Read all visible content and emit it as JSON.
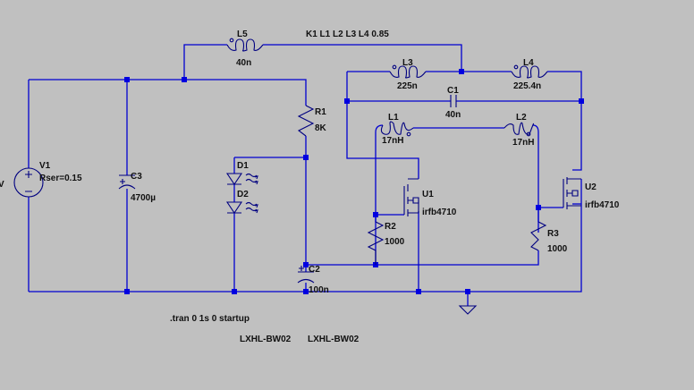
{
  "schematic": {
    "colors": {
      "background": "#c0c0c0",
      "wire": "#0000d0",
      "component": "#000080",
      "text": "#101010"
    },
    "components": {
      "V1": {
        "name": "V1",
        "value": "Rser=0.15",
        "left_label": "V"
      },
      "C3": {
        "name": "C3",
        "value": "4700µ"
      },
      "R1": {
        "name": "R1",
        "value": "8K"
      },
      "D1": {
        "name": "D1"
      },
      "D2": {
        "name": "D2"
      },
      "C2": {
        "name": "C2",
        "value": "100n"
      },
      "L5": {
        "name": "L5",
        "value": "40n"
      },
      "L3": {
        "name": "L3",
        "value": "225n"
      },
      "L4": {
        "name": "L4",
        "value": "225.4n"
      },
      "C1": {
        "name": "C1",
        "value": "40n"
      },
      "L1": {
        "name": "L1",
        "value": "17nH"
      },
      "L2": {
        "name": "L2",
        "value": "17nH"
      },
      "U1": {
        "name": "U1",
        "value": "irfb4710"
      },
      "U2": {
        "name": "U2",
        "value": "irfb4710"
      },
      "R2": {
        "name": "R2",
        "value": "1000"
      },
      "R3": {
        "name": "R3",
        "value": "1000"
      }
    },
    "directives": {
      "coupling": "K1 L1 L2  L3 L4 0.85",
      "tran": ".tran 0 1s 0 startup",
      "led_model_1": "LXHL-BW02",
      "led_model_2": "LXHL-BW02"
    }
  }
}
